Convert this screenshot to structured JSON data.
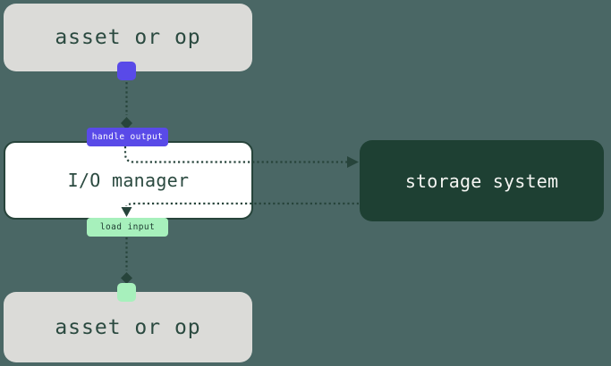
{
  "colors": {
    "background": "#4A6765",
    "line": "#27443B",
    "asset_bg": "#DBDBD8",
    "asset_text": "#2B4A40",
    "io_bg": "#FFFFFF",
    "io_border": "#27443B",
    "io_text": "#2B4A40",
    "storage_bg": "#1E4033",
    "storage_text": "#F4F5F2",
    "accent_purple": "#594AE8",
    "accent_green": "#A7F0BC",
    "badge_purple_text": "#FFFFFF",
    "badge_green_text": "#1E3B31"
  },
  "diagram": {
    "nodes": {
      "asset_top": "asset or op",
      "io_manager": "I/O manager",
      "storage_system": "storage system",
      "asset_bottom": "asset or op"
    },
    "edges": {
      "handle_output": "handle output",
      "load_input": "load input"
    }
  }
}
